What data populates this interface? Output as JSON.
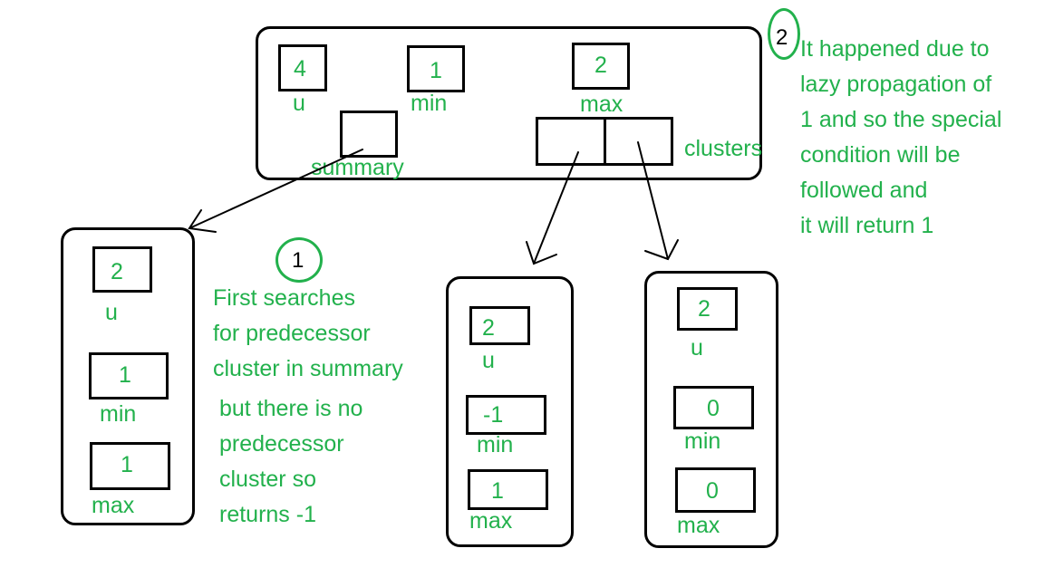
{
  "top": {
    "u_value": "4",
    "u_label": "u",
    "min_value": "1",
    "min_label": "min",
    "max_value": "2",
    "max_label": "max",
    "summary_label": "summary",
    "clusters_label": "clusters"
  },
  "summary_node": {
    "u_value": "2",
    "u_label": "u",
    "min_value": "1",
    "min_label": "min",
    "max_value": "1",
    "max_label": "max"
  },
  "cluster0": {
    "u_value": "2",
    "u_label": "u",
    "min_value": "-1",
    "min_label": "min",
    "max_value": "1",
    "max_label": "max"
  },
  "cluster1": {
    "u_value": "2",
    "u_label": "u",
    "min_value": "0",
    "min_label": "min",
    "max_value": "0",
    "max_label": "max"
  },
  "step1": {
    "number": "1",
    "lines": [
      "First searches",
      "for predecessor",
      "cluster in summary"
    ],
    "lines2": [
      "but there is no",
      "predecessor",
      "cluster so",
      "returns -1"
    ]
  },
  "step2": {
    "number": "2",
    "lines": [
      "It happened due to",
      "lazy propagation of",
      "1 and so the special",
      "condition will be",
      "followed and",
      "it will return 1"
    ]
  },
  "colors": {
    "text": "#22b14c",
    "stroke": "#000000"
  }
}
